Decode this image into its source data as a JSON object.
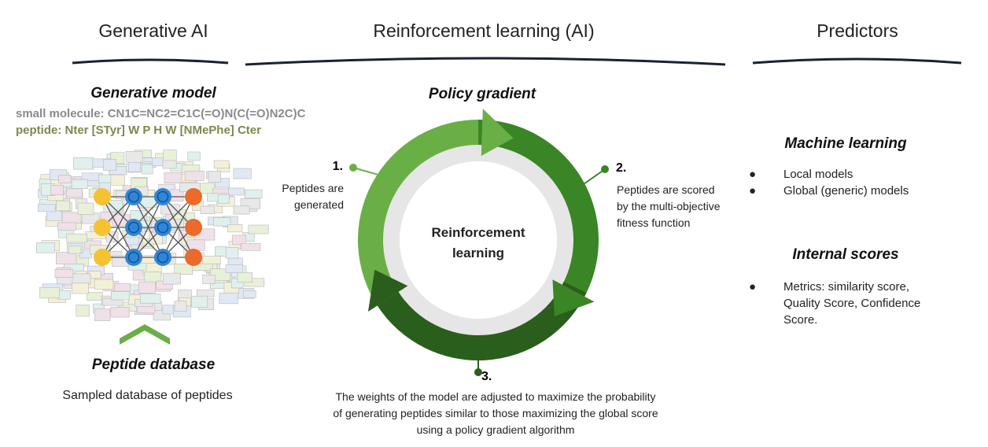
{
  "headers": {
    "generative": "Generative AI",
    "rl": "Reinforcement learning (AI)",
    "predictors": "Predictors"
  },
  "left": {
    "title": "Generative model",
    "small_molecule": "small molecule: CN1C=NC2=C1C(=O)N(C(=O)N2C)C",
    "peptide": "peptide: Nter [STyr] W P H W [NMePhe] Cter",
    "database_title": "Peptide database",
    "database_text": "Sampled database of peptides"
  },
  "center": {
    "title": "Policy gradient",
    "center_line1": "Reinforcement",
    "center_line2": "learning",
    "step1_num": "1.",
    "step1_text1": "Peptides are",
    "step1_text2": "generated",
    "step2_num": "2.",
    "step2_text1": "Peptides are scored",
    "step2_text2": "by the multi-objective",
    "step2_text3": "fitness function",
    "step3_num": "3.",
    "step3_text1": "The weights of the model are adjusted to maximize the probability",
    "step3_text2": "of generating peptides similar to those maximizing the global score",
    "step3_text3": "using a policy gradient algorithm"
  },
  "right": {
    "ml_title": "Machine learning",
    "ml_items": [
      "Local models",
      "Global (generic) models"
    ],
    "scores_title": "Internal scores",
    "scores_line1": "Metrics: similarity score,",
    "scores_line2": "Quality Score, Confidence",
    "scores_line3": "Score."
  },
  "colors": {
    "light": "#6aaf46",
    "mid": "#3a8526",
    "dark": "#2a5e1c",
    "yellow": "#f5c232",
    "blue": "#2f86d8",
    "orange": "#ec6a2a",
    "smiles": "#8a8a8a",
    "peptide": "#7a8a4a"
  }
}
